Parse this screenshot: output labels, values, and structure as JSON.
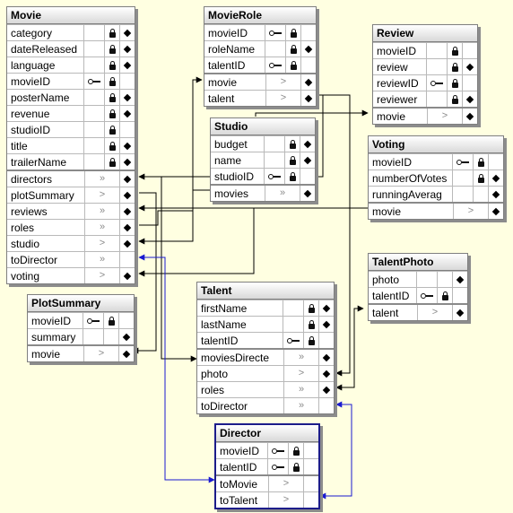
{
  "entities": [
    {
      "id": "movie",
      "title": "Movie",
      "attributes": [
        {
          "name": "category",
          "lock": true,
          "opt": true
        },
        {
          "name": "dateReleased",
          "lock": true,
          "opt": true
        },
        {
          "name": "language",
          "lock": true,
          "opt": true
        },
        {
          "name": "movieID",
          "key": true,
          "lock": true,
          "opt": false
        },
        {
          "name": "posterName",
          "lock": true,
          "opt": true
        },
        {
          "name": "revenue",
          "lock": true,
          "opt": true
        },
        {
          "name": "studioID",
          "lock": true,
          "opt": false
        },
        {
          "name": "title",
          "lock": true,
          "opt": true
        },
        {
          "name": "trailerName",
          "lock": true,
          "opt": true
        }
      ],
      "relationships": [
        {
          "name": "directors",
          "arrow": "»",
          "opt": true
        },
        {
          "name": "plotSummary",
          "arrow": ">",
          "opt": true
        },
        {
          "name": "reviews",
          "arrow": "»",
          "opt": true
        },
        {
          "name": "roles",
          "arrow": "»",
          "opt": true
        },
        {
          "name": "studio",
          "arrow": ">",
          "opt": true
        },
        {
          "name": "toDirector",
          "arrow": "»",
          "opt": false
        },
        {
          "name": "voting",
          "arrow": ">",
          "opt": true
        }
      ]
    },
    {
      "id": "movierole",
      "title": "MovieRole",
      "attributes": [
        {
          "name": "movieID",
          "key": true,
          "lock": true,
          "opt": false
        },
        {
          "name": "roleName",
          "lock": true,
          "opt": true
        },
        {
          "name": "talentID",
          "key": true,
          "lock": true,
          "opt": false
        }
      ],
      "relationships": [
        {
          "name": "movie",
          "arrow": ">",
          "opt": true
        },
        {
          "name": "talent",
          "arrow": ">",
          "opt": true
        }
      ]
    },
    {
      "id": "review",
      "title": "Review",
      "attributes": [
        {
          "name": "movieID",
          "lock": true,
          "opt": false
        },
        {
          "name": "review",
          "lock": true,
          "opt": true
        },
        {
          "name": "reviewID",
          "key": true,
          "lock": true,
          "opt": false
        },
        {
          "name": "reviewer",
          "lock": true,
          "opt": true
        }
      ],
      "relationships": [
        {
          "name": "movie",
          "arrow": ">",
          "opt": true
        }
      ]
    },
    {
      "id": "studio",
      "title": "Studio",
      "attributes": [
        {
          "name": "budget",
          "lock": true,
          "opt": true
        },
        {
          "name": "name",
          "lock": true,
          "opt": true
        },
        {
          "name": "studioID",
          "key": true,
          "lock": true,
          "opt": false
        }
      ],
      "relationships": [
        {
          "name": "movies",
          "arrow": "»",
          "opt": true
        }
      ]
    },
    {
      "id": "voting",
      "title": "Voting",
      "attributes": [
        {
          "name": "movieID",
          "key": true,
          "lock": true,
          "opt": false
        },
        {
          "name": "numberOfVotes",
          "lock": true,
          "opt": true
        },
        {
          "name": "runningAverag",
          "lock": false,
          "opt": true
        }
      ],
      "relationships": [
        {
          "name": "movie",
          "arrow": ">",
          "opt": true
        }
      ]
    },
    {
      "id": "talentphoto",
      "title": "TalentPhoto",
      "attributes": [
        {
          "name": "photo",
          "lock": false,
          "opt": true
        },
        {
          "name": "talentID",
          "key": true,
          "lock": true,
          "opt": false
        }
      ],
      "relationships": [
        {
          "name": "talent",
          "arrow": ">",
          "opt": true
        }
      ]
    },
    {
      "id": "plotsummary",
      "title": "PlotSummary",
      "attributes": [
        {
          "name": "movieID",
          "key": true,
          "lock": true,
          "opt": false
        },
        {
          "name": "summary",
          "lock": false,
          "opt": true
        }
      ],
      "relationships": [
        {
          "name": "movie",
          "arrow": ">",
          "opt": true
        }
      ]
    },
    {
      "id": "talent",
      "title": "Talent",
      "attributes": [
        {
          "name": "firstName",
          "lock": true,
          "opt": true
        },
        {
          "name": "lastName",
          "lock": true,
          "opt": true
        },
        {
          "name": "talentID",
          "key": true,
          "lock": true,
          "opt": false
        }
      ],
      "relationships": [
        {
          "name": "moviesDirecte",
          "arrow": "»",
          "opt": true
        },
        {
          "name": "photo",
          "arrow": ">",
          "opt": true
        },
        {
          "name": "roles",
          "arrow": "»",
          "opt": true
        },
        {
          "name": "toDirector",
          "arrow": "»",
          "opt": false
        }
      ]
    },
    {
      "id": "director",
      "title": "Director",
      "attributes": [
        {
          "name": "movieID",
          "key": true,
          "lock": true,
          "opt": false
        },
        {
          "name": "talentID",
          "key": true,
          "lock": true,
          "opt": false
        }
      ],
      "relationships": [
        {
          "name": "toMovie",
          "arrow": ">",
          "opt": false
        },
        {
          "name": "toTalent",
          "arrow": ">",
          "opt": false
        }
      ]
    }
  ],
  "colors": {
    "background": "#ffffe1",
    "link": "#000000",
    "selected_link": "#1a1ad0"
  }
}
